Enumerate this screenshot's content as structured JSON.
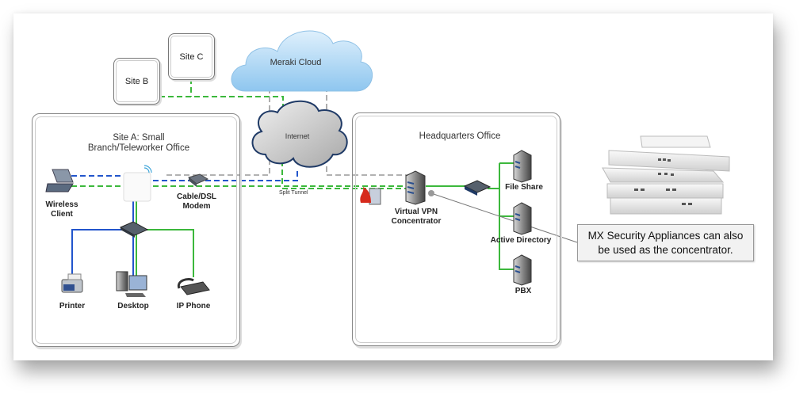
{
  "diagram": {
    "nodes": {
      "meraki_cloud": "Meraki Cloud",
      "internet": "Internet",
      "site_b": "Site B",
      "site_c": "Site C",
      "site_a_title_line1": "Site A: Small",
      "site_a_title_line2": "Branch/Teleworker Office",
      "wireless_client_line1": "Wireless",
      "wireless_client_line2": "Client",
      "modem_line1": "Cable/DSL",
      "modem_line2": "Modem",
      "printer": "Printer",
      "desktop": "Desktop",
      "ip_phone": "IP Phone",
      "split_tunnel": "Split Tunnel",
      "hq_title": "Headquarters Office",
      "vpn_line1": "Virtual VPN",
      "vpn_line2": "Concentrator",
      "file_share": "File Share",
      "active_directory": "Active Directory",
      "pbx": "PBX"
    },
    "callout": {
      "line1": "MX Security Appliances can also",
      "line2": "be used as the concentrator."
    },
    "colors": {
      "vpn_green": "#3cb83c",
      "lan_blue": "#2255cc",
      "internet_gray": "#999999",
      "cloud_blue": "#a9d4f2",
      "internet_cloud": "#bfbfbf"
    }
  }
}
